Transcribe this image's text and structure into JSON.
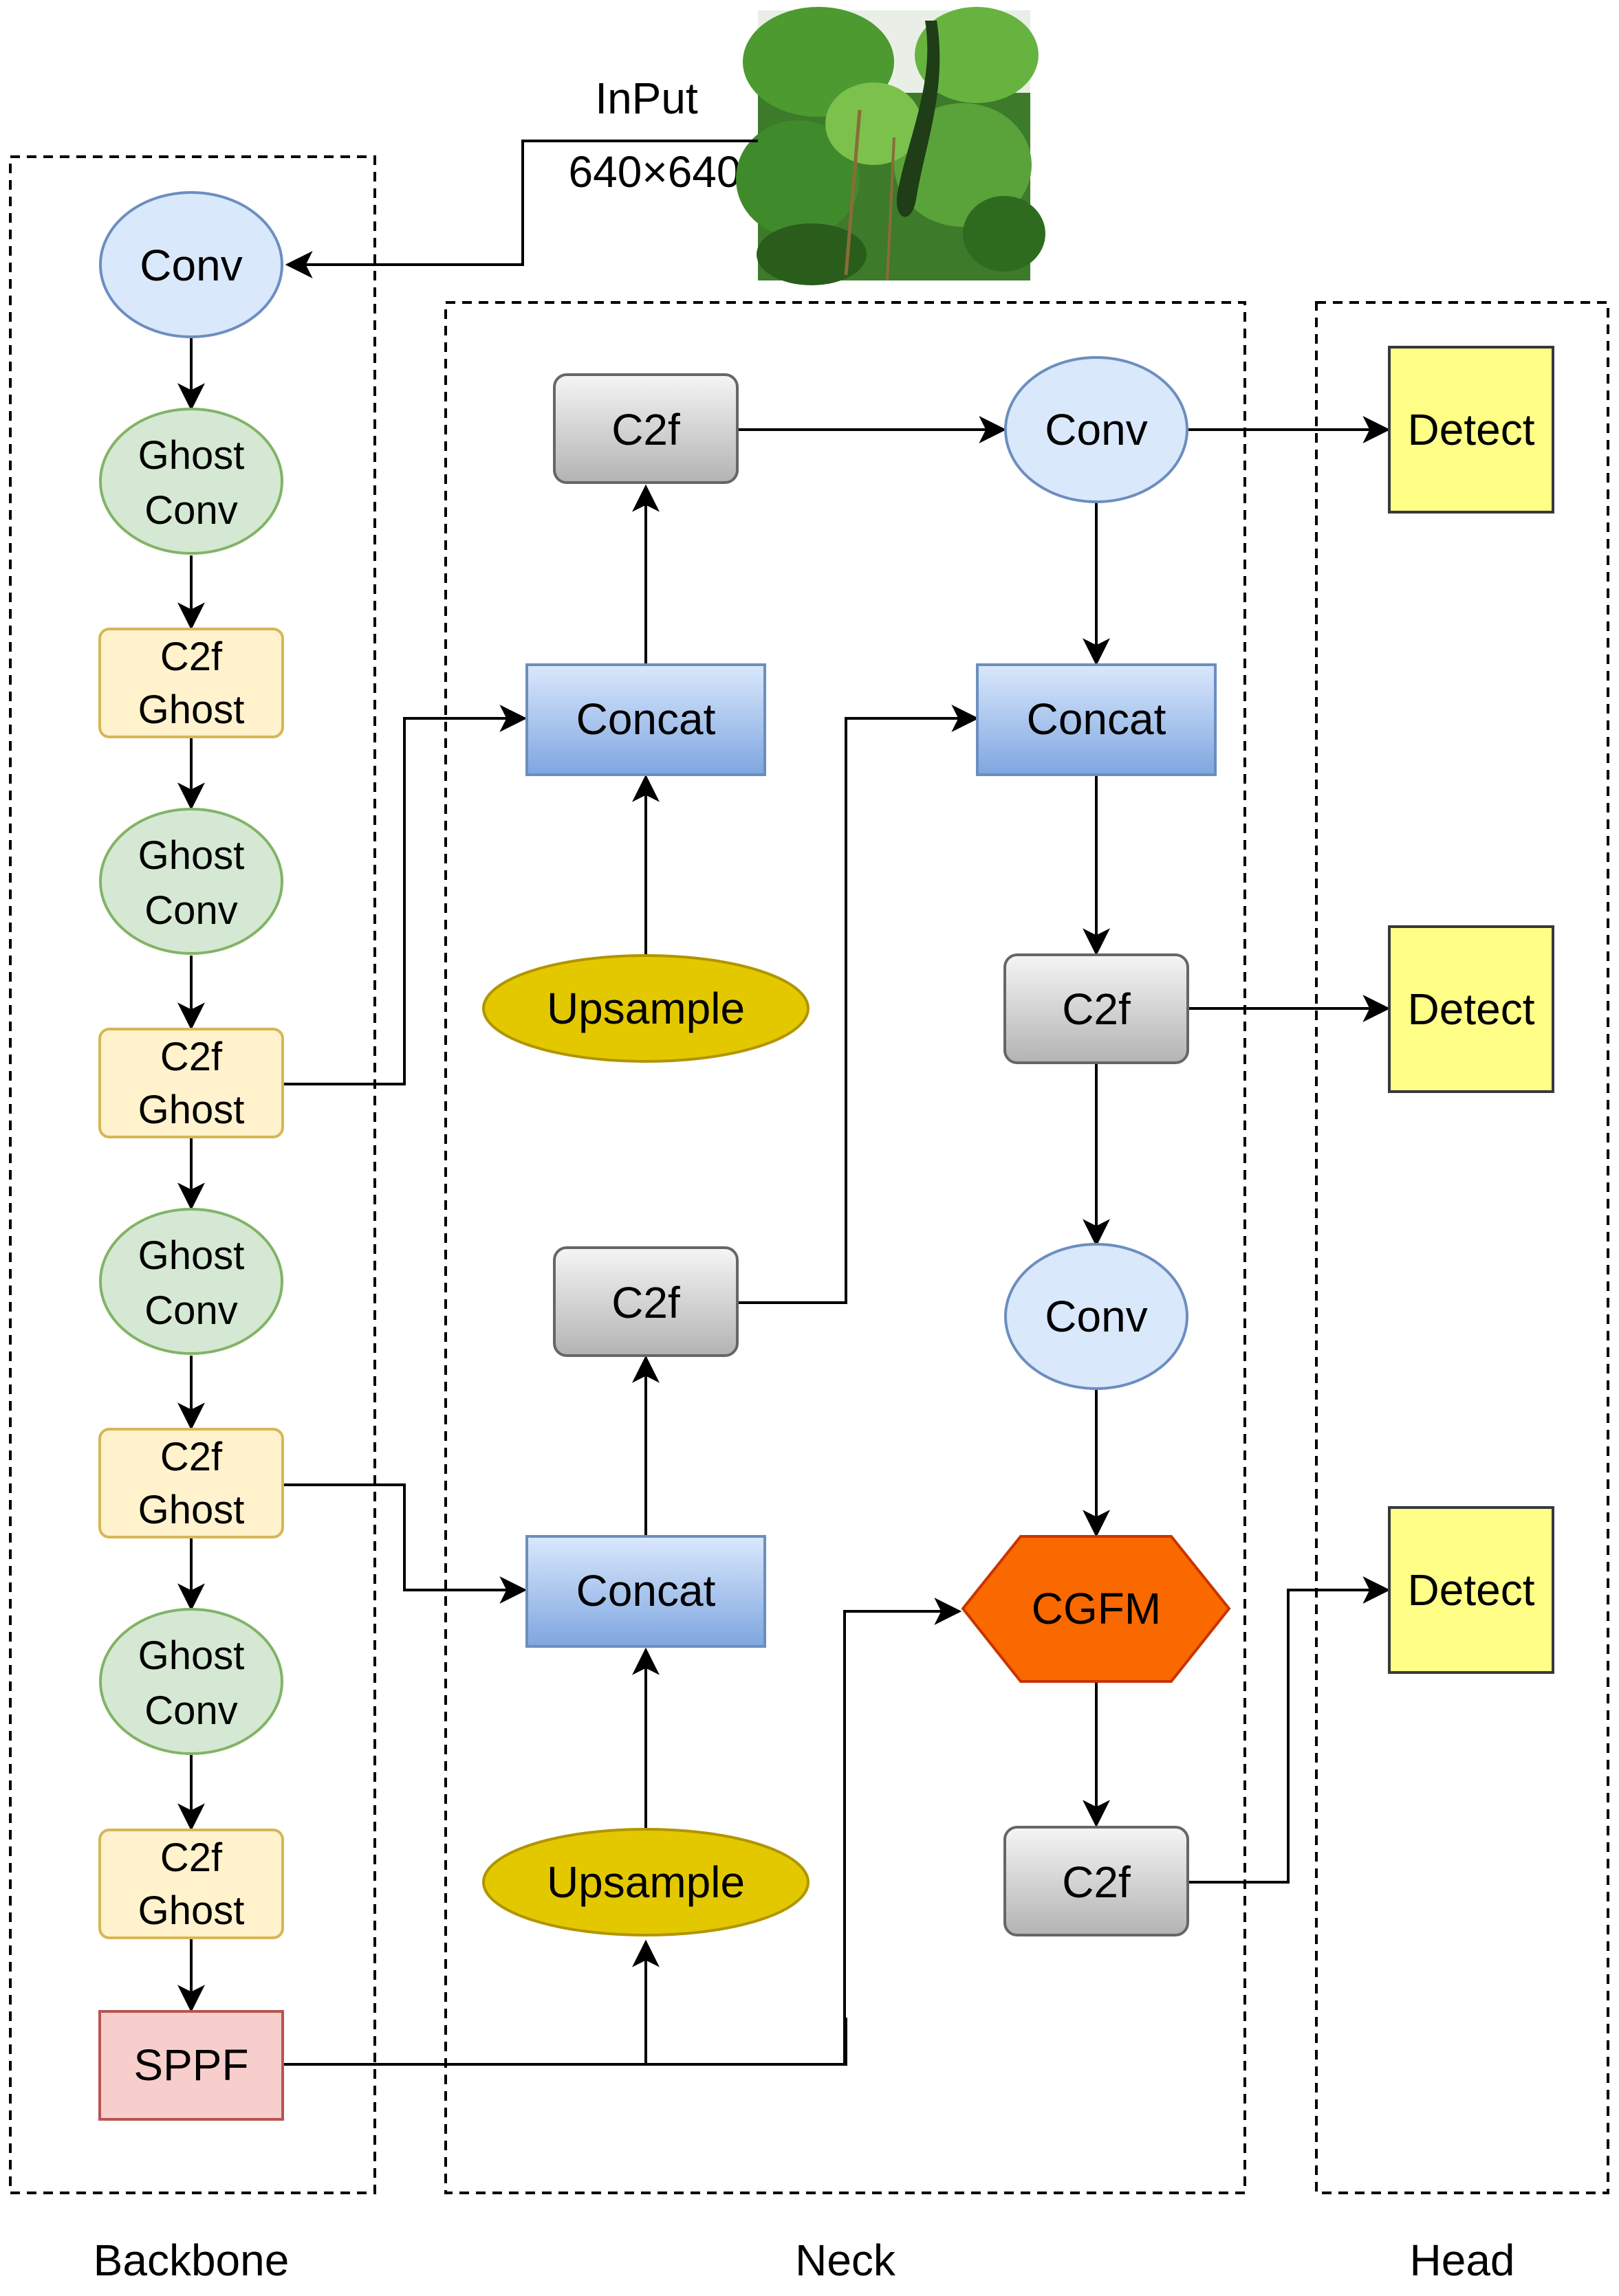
{
  "input": {
    "label": "InPut",
    "size": "640×640",
    "image_description": "photo of cucumber plant with a hanging cucumber"
  },
  "groups": {
    "backbone": "Backbone",
    "neck": "Neck",
    "head": "Head"
  },
  "backbone": {
    "conv": "Conv",
    "ghost_conv_1": [
      "Ghost",
      "Conv"
    ],
    "c2f_ghost_1": [
      "C2f",
      "Ghost"
    ],
    "ghost_conv_2": [
      "Ghost",
      "Conv"
    ],
    "c2f_ghost_2": [
      "C2f",
      "Ghost"
    ],
    "ghost_conv_3": [
      "Ghost",
      "Conv"
    ],
    "c2f_ghost_3": [
      "C2f",
      "Ghost"
    ],
    "ghost_conv_4": [
      "Ghost",
      "Conv"
    ],
    "c2f_ghost_4": [
      "C2f",
      "Ghost"
    ],
    "sppf": "SPPF"
  },
  "neck": {
    "c2f_top_left": "C2f",
    "concat_top_left": "Concat",
    "upsample_top": "Upsample",
    "c2f_mid_left": "C2f",
    "concat_bottom_left": "Concat",
    "upsample_bottom": "Upsample",
    "conv_top_right": "Conv",
    "concat_top_right": "Concat",
    "c2f_mid_right": "C2f",
    "conv_mid_right": "Conv",
    "cgfm": "CGFM",
    "c2f_bottom_right": "C2f"
  },
  "head": {
    "detect_1": "Detect",
    "detect_2": "Detect",
    "detect_3": "Detect"
  },
  "colors": {
    "conv_fill": "#dae8fc",
    "conv_stroke": "#6c8ebf",
    "ghost_fill": "#d5e8d4",
    "ghost_stroke": "#82b366",
    "c2f_ghost_fill": "#fff2cc",
    "c2f_ghost_stroke": "#d6b656",
    "sppf_fill": "#f8cecc",
    "sppf_stroke": "#b85450",
    "concat_fill": "#7ea6e0",
    "upsample_fill": "#e3c800",
    "upsample_stroke": "#b09500",
    "cgfm_fill": "#fa6800",
    "cgfm_stroke": "#c73500",
    "detect_fill": "#ffff88",
    "detect_stroke": "#36393d",
    "c2f_fill": "#e6e6e6"
  }
}
